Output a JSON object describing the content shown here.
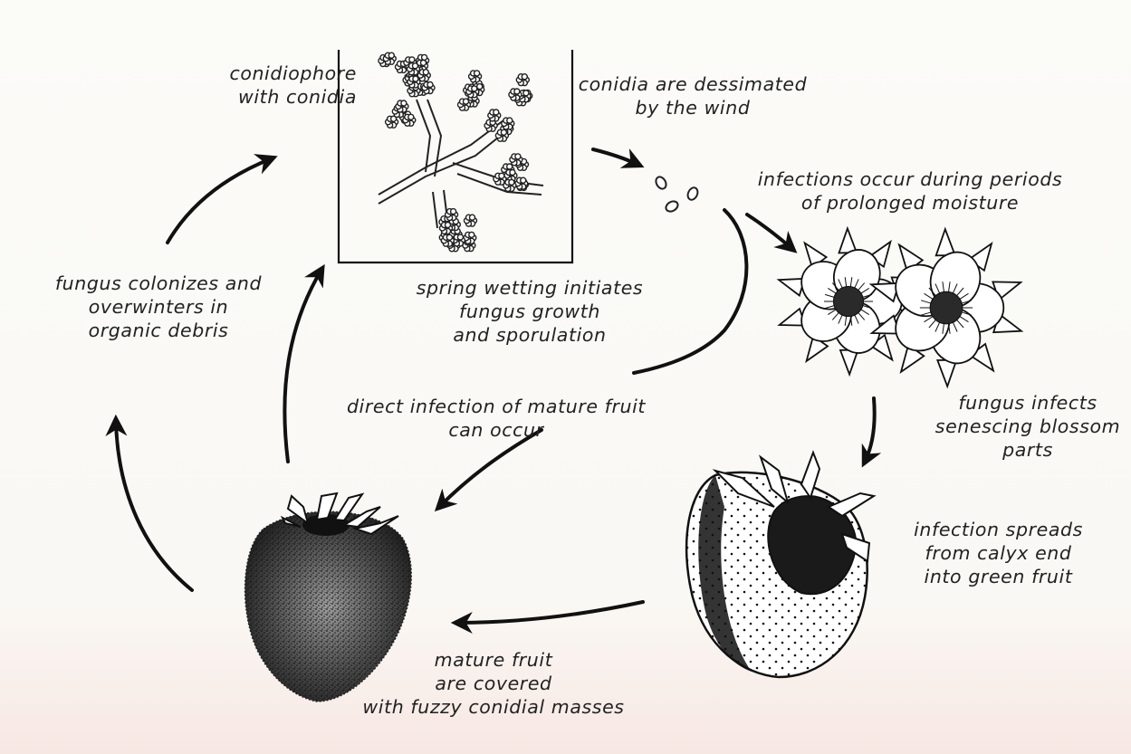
{
  "diagram": {
    "labels": {
      "conidiophore": "conidiophore\nwith conidia",
      "dessimated": "conidia are dessimated\nby the wind",
      "infections": "infections occur during periods\nof prolonged moisture",
      "colonizes": "fungus colonizes and\noverwinters in\norganic debris",
      "spring": "spring wetting initiates\nfungus growth\nand sporulation",
      "direct": "direct infection of mature fruit\ncan occur",
      "blossom": "fungus infects\nsenescing blossom\nparts",
      "spreads": "infection spreads\nfrom calyx end\ninto green fruit",
      "mature": "mature fruit\nare covered\nwith fuzzy conidial masses"
    }
  }
}
